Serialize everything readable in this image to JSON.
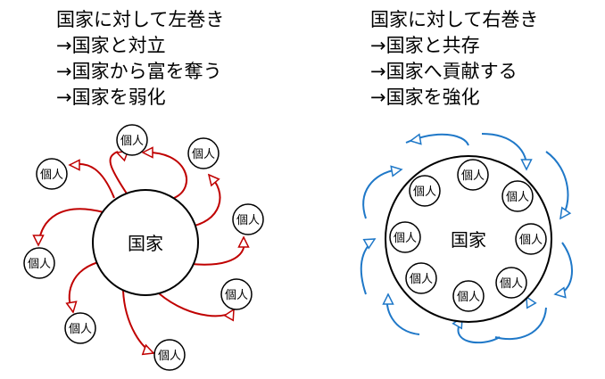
{
  "left_panel": {
    "heading": "国家に対して左巻き",
    "lines": [
      "→国家と対立",
      "→国家から富を奪う",
      "→国家を弱化"
    ],
    "center_label": "国家",
    "individual_label": "個人",
    "arrow_color": "#c00000"
  },
  "right_panel": {
    "heading": "国家に対して右巻き",
    "lines": [
      "→国家と共存",
      "→国家へ貢献する",
      "→国家を強化"
    ],
    "center_label": "国家",
    "individual_label": "個人",
    "arrow_color": "#1f78c8"
  }
}
